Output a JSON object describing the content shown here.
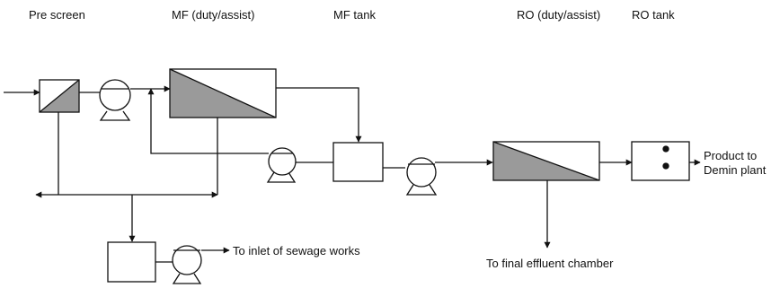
{
  "stages": {
    "pre_screen": "Pre screen",
    "mf": "MF (duty/assist)",
    "mf_tank": "MF tank",
    "ro": "RO (duty/assist)",
    "ro_tank": "RO tank"
  },
  "outputs": {
    "product_line1": "Product to",
    "product_line2": "Demin plant",
    "sewage": "To inlet of sewage works",
    "effluent": "To final effluent chamber"
  },
  "colors": {
    "line": "#111111",
    "membrane_fill": "#9a9a9a"
  }
}
